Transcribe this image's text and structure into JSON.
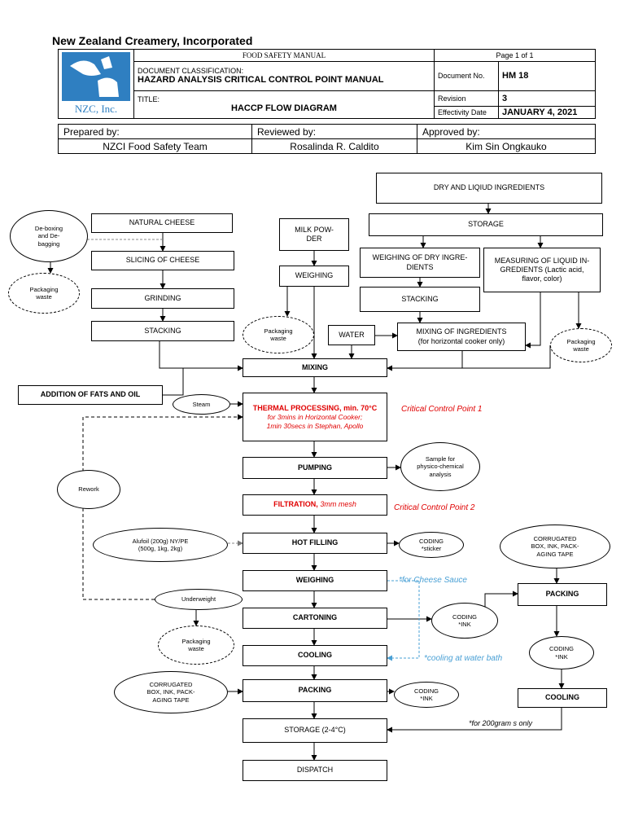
{
  "company": "New Zealand Creamery, Incorporated",
  "header": {
    "manual": "FOOD SAFETY MANUAL",
    "page": "Page 1 of 1",
    "doc_class_label": "DOCUMENT CLASSIFICATION:",
    "doc_class_value": "HAZARD ANALYSIS CRITICAL CONTROL POINT MANUAL",
    "doc_no_label": "Document No.",
    "doc_no_value": "HM 18",
    "title_label": "TITLE:",
    "title_value": "HACCP FLOW DIAGRAM",
    "revision_label": "Revision",
    "revision_value": "3",
    "effectivity_label": "Effectivity Date",
    "effectivity_value": "JANUARY 4, 2021",
    "logo_text": "NZC, Inc."
  },
  "signoff": {
    "prepared_label": "Prepared by:",
    "reviewed_label": "Reviewed by:",
    "approved_label": "Approved by:",
    "prepared_value": "NZCI Food Safety Team",
    "reviewed_value": "Rosalinda R. Caldito",
    "approved_value": "Kim Sin Ongkauko"
  },
  "steps": {
    "natural_cheese": "NATURAL CHEESE",
    "slicing": "SLICING OF CHEESE",
    "grinding": "GRINDING",
    "stacking_left": "STACKING",
    "milk_powder": "MILK POW-\nDER",
    "weighing_top": "WEIGHING",
    "dry_liquid": "DRY AND LIQIUD INGREDIENTS",
    "storage_top": "STORAGE",
    "weighing_dry": "WEIGHING OF DRY INGRE-\nDIENTS",
    "measuring_liquid": "MEASURING OF LIQUID IN-\nGREDIENTS (Lactic acid,\nflavor, color)",
    "stacking_mid": "STACKING",
    "water": "WATER",
    "mixing_ingredients": "MIXING OF INGREDIENTS\n(for horizontal cooker only)",
    "mixing": "MIXING",
    "fats_oil": "ADDITION OF FATS AND OIL",
    "thermal_title": "THERMAL PROCESSING, min. 70°C",
    "thermal_sub": "for 3mins in Horizontal Cooker;\n1min 30secs in Stephan, Apollo",
    "pumping": "PUMPING",
    "filtration_title": "FILTRATION,",
    "filtration_sub": "3mm mesh",
    "hot_filling": "HOT FILLING",
    "weighing": "WEIGHING",
    "cartoning": "CARTONING",
    "cooling": "COOLING",
    "packing": "PACKING",
    "storage": "STORAGE (2-4°C)",
    "dispatch": "DISPATCH",
    "packing_right": "PACKING",
    "cooling_right": "COOLING"
  },
  "ellipses": {
    "deboxing": "De-boxing\nand De-\nbagging",
    "pkg_waste_1": "Packaging\nwaste",
    "pkg_waste_2": "Packaging\nwaste",
    "pkg_waste_3": "Packaging\nwaste",
    "pkg_waste_4": "Packaging\nwaste",
    "steam": "Steam",
    "sample": "Sample for\nphysico-chemical\nanalysis",
    "rework": "Rework",
    "alufoil": "Alufoil (200g) NY/PE\n(500g, 1kg, 2kg)",
    "coding_sticker": "CODING\n*sticker",
    "underweight": "Underweight",
    "coding_ink_1": "CODING\n*INK",
    "corrugated_right": "CORRUGATED\nBOX, INK, PACK-\nAGING TAPE",
    "coding_ink_right": "CODING\n*INK",
    "corrugated_left": "CORRUGATED\nBOX, INK, PACK-\nAGING TAPE",
    "coding_ink_2": "CODING\n*INK"
  },
  "notes": {
    "ccp1": "Critical Control Point 1",
    "ccp2": "Critical Control Point 2",
    "cheese_sauce": "*for Cheese Sauce",
    "water_bath": "*cooling at water bath",
    "grams200": "*for 200gram s only"
  },
  "colors": {
    "ccp_red": "#e00000",
    "note_blue": "#4aa0d5",
    "logo_blue": "#2f7fc1"
  }
}
